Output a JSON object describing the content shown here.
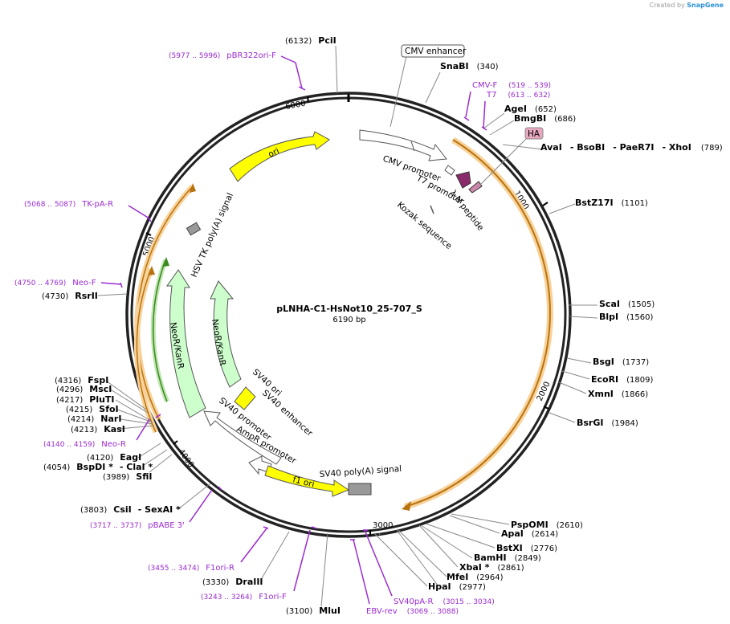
{
  "credit": {
    "prefix": "Created by",
    "brand": "SnapGene"
  },
  "plasmid": {
    "name": "pLNHA-C1-HsNot10_25-707_S",
    "size": "6190 bp"
  },
  "ticks": [
    "1000",
    "2000",
    "3000",
    "4000",
    "5000",
    "6000"
  ],
  "sites": {
    "pcii": {
      "name": "PciI",
      "pos": "(6132)"
    },
    "snabi": {
      "name": "SnaBI",
      "pos": "(340)"
    },
    "agei": {
      "name": "AgeI",
      "pos": "(652)"
    },
    "bmgbi": {
      "name": "BmgBI",
      "pos": "(686)"
    },
    "xhoi_group": {
      "names": [
        "AvaI",
        "- BsoBI",
        "- PaeR7I",
        "- XhoI"
      ],
      "pos": "(789)"
    },
    "bstz17i": {
      "name": "BstZ17I",
      "pos": "(1101)"
    },
    "scai": {
      "name": "ScaI",
      "pos": "(1505)"
    },
    "blpi": {
      "name": "BlpI",
      "pos": "(1560)"
    },
    "bsgi": {
      "name": "BsgI",
      "pos": "(1737)"
    },
    "ecori": {
      "name": "EcoRI",
      "pos": "(1809)"
    },
    "xmni": {
      "name": "XmnI",
      "pos": "(1866)"
    },
    "bsrgi": {
      "name": "BsrGI",
      "pos": "(1984)"
    },
    "pspomi": {
      "name": "PspOMI",
      "pos": "(2610)"
    },
    "apai": {
      "name": "ApaI",
      "pos": "(2614)"
    },
    "bstxi": {
      "name": "BstXI",
      "pos": "(2776)"
    },
    "bamhi": {
      "name": "BamHI",
      "pos": "(2849)"
    },
    "xbai": {
      "name": "XbaI *",
      "pos": "(2861)"
    },
    "mfei": {
      "name": "MfeI",
      "pos": "(2964)"
    },
    "hpai": {
      "name": "HpaI",
      "pos": "(2977)"
    },
    "mlui": {
      "name": "MluI",
      "pos": "(3100)"
    },
    "draiii": {
      "name": "DraIII",
      "pos": "(3330)"
    },
    "csii": {
      "pos": "(3803)",
      "names": [
        "CsiI",
        "- SexAI *"
      ]
    },
    "sfii": {
      "name": "SfiI",
      "pos": "(3989)"
    },
    "bspdi": {
      "pos": "(4054)",
      "names": [
        "BspDI *",
        "- ClaI *"
      ]
    },
    "eagi": {
      "name": "EagI",
      "pos": "(4120)"
    },
    "kasi": {
      "name": "KasI",
      "pos": "(4213)"
    },
    "nari": {
      "name": "NarI",
      "pos": "(4214)"
    },
    "sfoi": {
      "name": "SfoI",
      "pos": "(4215)"
    },
    "pluti": {
      "name": "PluTI",
      "pos": "(4217)"
    },
    "msci": {
      "name": "MscI",
      "pos": "(4296)"
    },
    "fspi": {
      "name": "FspI",
      "pos": "(4316)"
    },
    "rsrii": {
      "name": "RsrII",
      "pos": "(4730)"
    }
  },
  "primers": {
    "pbr322ori": {
      "name": "pBR322ori-F",
      "pos": "(5977 .. 5996)"
    },
    "cmvf": {
      "name": "CMV-F",
      "pos": "(519 .. 539)"
    },
    "t7": {
      "name": "T7",
      "pos": "(613 .. 632)"
    },
    "tkpa": {
      "name": "TK-pA-R",
      "pos": "(5068 .. 5087)"
    },
    "neof": {
      "name": "Neo-F",
      "pos": "(4750 .. 4769)"
    },
    "neor": {
      "name": "Neo-R",
      "pos": "(4140 .. 4159)"
    },
    "pbabe": {
      "name": "pBABE 3'",
      "pos": "(3717 .. 3737)"
    },
    "f1orir": {
      "name": "F1ori-R",
      "pos": "(3455 .. 3474)"
    },
    "f1orif": {
      "name": "F1ori-F",
      "pos": "(3243 .. 3264)"
    },
    "ebvrev": {
      "name": "EBV-rev",
      "pos": "(3069 .. 3088)"
    },
    "sv40par": {
      "name": "SV40pA-R",
      "pos": "(3015 .. 3034)"
    }
  },
  "features": {
    "cmv_enhancer": "CMV enhancer",
    "ha": "HA",
    "cmv_promoter": "CMV promoter",
    "t7_promoter": "T7 promoter",
    "lambda_n": "λ N peptide",
    "kozak": "Kozak sequence",
    "ori": "ori",
    "hsv_tk": "HSV TK poly(A) signal",
    "neor_outer": "NeoR/KanR",
    "neor_inner": "NeoR/KanR",
    "sv40_ori": "SV40 ori",
    "sv40_enhancer": "SV40 enhancer",
    "sv40_promoter": "SV40 promoter",
    "ampr_promoter": "AmpR promoter",
    "f1_ori": "f1 ori",
    "sv40_polya": "SV40 poly(A) signal"
  },
  "colors": {
    "backbone": "#222222",
    "primer": "#9a2bd0",
    "ori": "#ffff00",
    "neo": "#ccffcc",
    "orf": "#f5a030",
    "lambda": "#8a2a6a",
    "grey": "#999999"
  }
}
